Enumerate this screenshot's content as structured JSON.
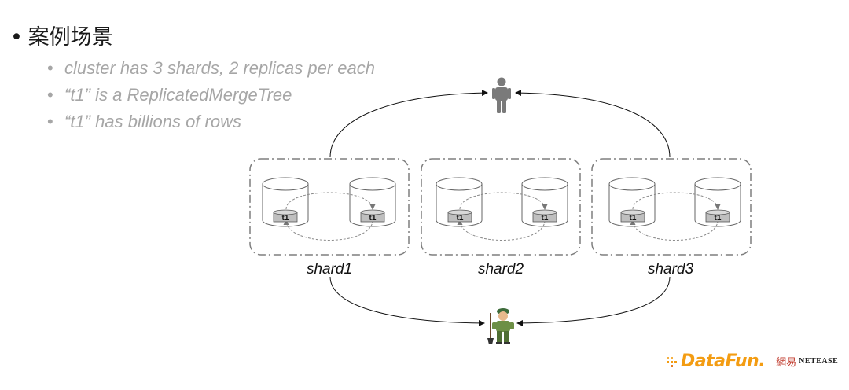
{
  "title": "案例场景",
  "bullets": [
    "cluster has 3 shards, 2 replicas per each",
    "“t1” is a ReplicatedMergeTree",
    "“t1” has billions of rows"
  ],
  "diagram": {
    "table_label": "t1",
    "shards": [
      {
        "label": "shard1",
        "table_labels": [
          "t1",
          "t1"
        ]
      },
      {
        "label": "shard2",
        "table_labels": [
          "t1",
          "t1"
        ]
      },
      {
        "label": "shard3",
        "table_labels": [
          "t1",
          "t1"
        ]
      }
    ]
  },
  "logo": {
    "datafun": "DataFun.",
    "netease_cn": "網易",
    "netease_en": "NETEASE"
  },
  "colors": {
    "bullet_text": "#a6a6a6",
    "frame": "#7f7f7f",
    "datafun_orange": "#f39c12",
    "netease_red": "#c0392b"
  }
}
